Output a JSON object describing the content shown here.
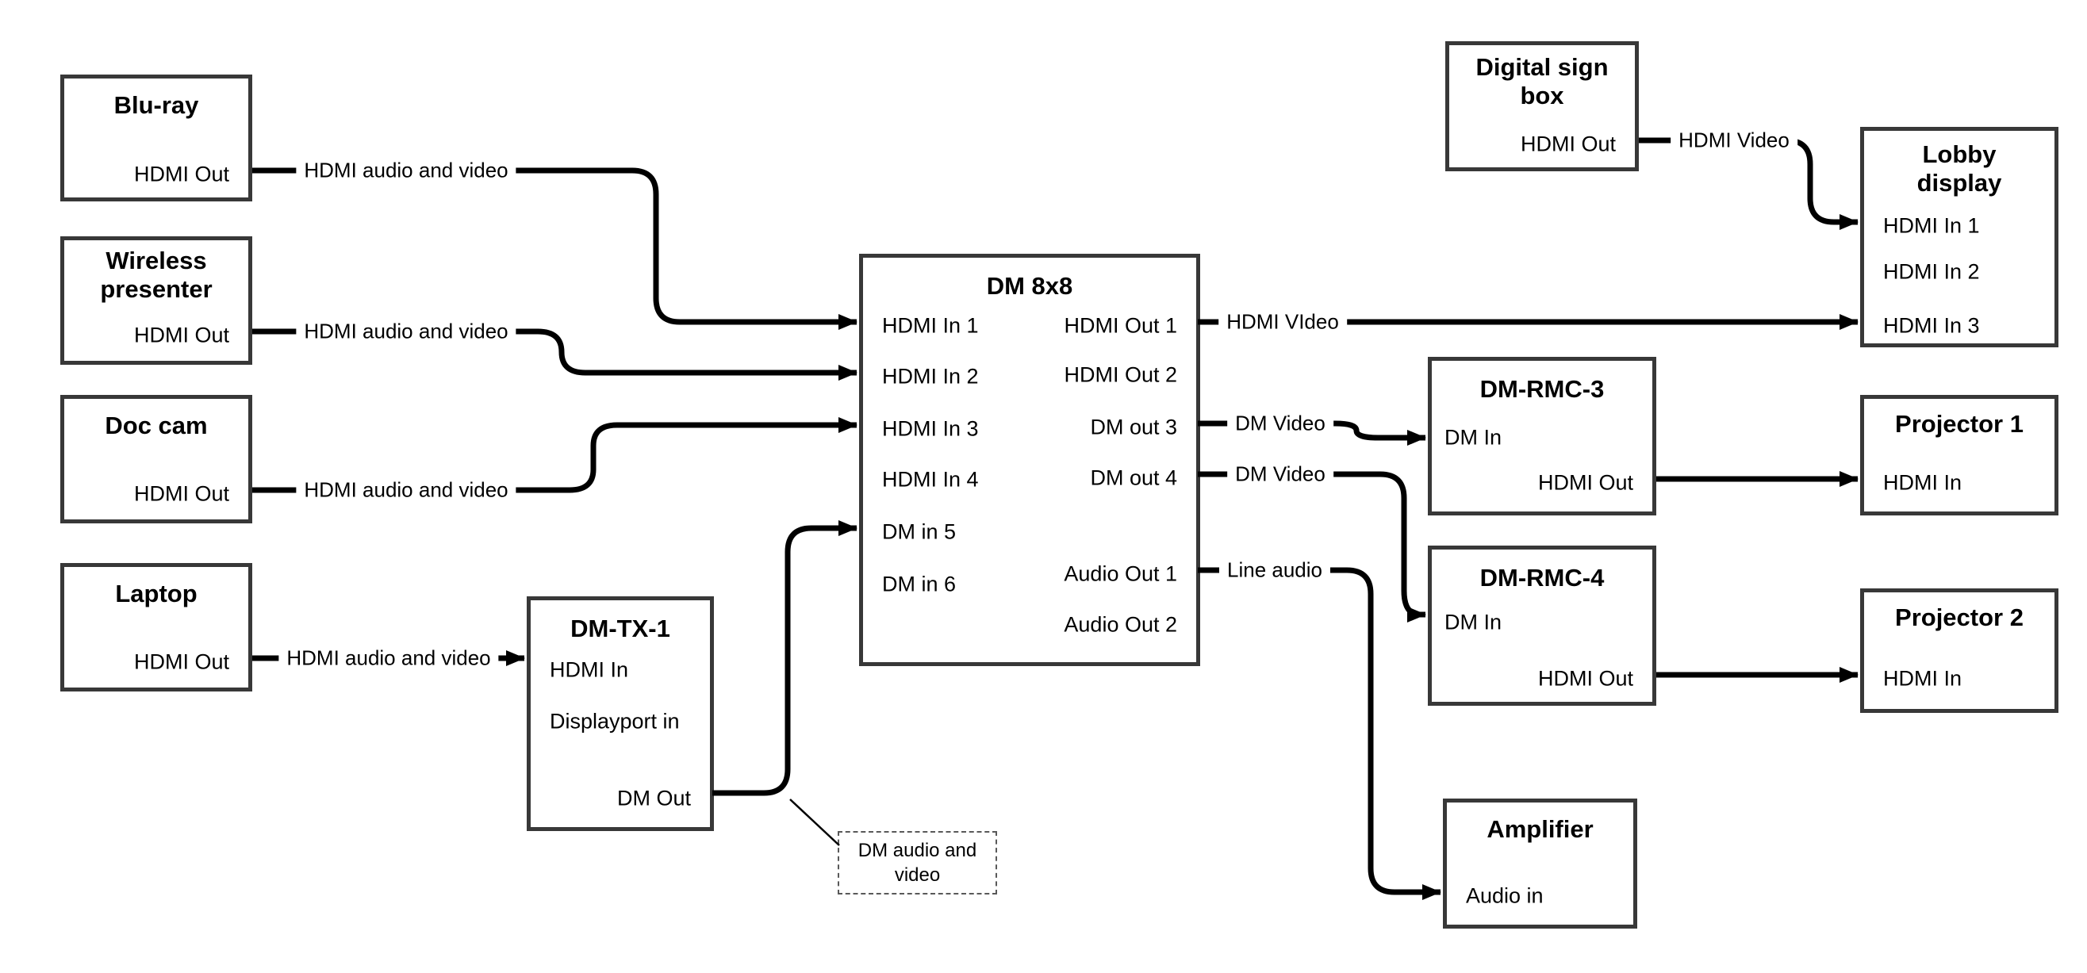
{
  "colors": {
    "background": "#ffffff",
    "box_border": "#383838",
    "wire": "#000000",
    "text": "#000000",
    "note_border": "#595959"
  },
  "nodes": {
    "bluray": {
      "title": "Blu-ray",
      "outputs": [
        "HDMI Out"
      ]
    },
    "wireless": {
      "title": "Wireless presenter",
      "outputs": [
        "HDMI Out"
      ]
    },
    "doccam": {
      "title": "Doc cam",
      "outputs": [
        "HDMI Out"
      ]
    },
    "laptop": {
      "title": "Laptop",
      "outputs": [
        "HDMI Out"
      ]
    },
    "dmtx1": {
      "title": "DM-TX-1",
      "inputs": [
        "HDMI In",
        "Displayport in"
      ],
      "outputs": [
        "DM Out"
      ]
    },
    "dm8x8": {
      "title": "DM 8x8",
      "inputs": [
        "HDMI In 1",
        "HDMI In 2",
        "HDMI In 3",
        "HDMI In 4",
        "DM in 5",
        "DM in 6"
      ],
      "outputs": [
        "HDMI Out 1",
        "HDMI Out 2",
        "DM out 3",
        "DM out 4",
        "Audio Out 1",
        "Audio Out 2"
      ]
    },
    "signbox": {
      "title": "Digital sign box",
      "outputs": [
        "HDMI Out"
      ]
    },
    "lobby": {
      "title": "Lobby display",
      "inputs": [
        "HDMI In 1",
        "HDMI In 2",
        "HDMI In 3"
      ]
    },
    "rmc3": {
      "title": "DM-RMC-3",
      "inputs": [
        "DM In"
      ],
      "outputs": [
        "HDMI Out"
      ]
    },
    "proj1": {
      "title": "Projector 1",
      "inputs": [
        "HDMI In"
      ]
    },
    "rmc4": {
      "title": "DM-RMC-4",
      "inputs": [
        "DM In"
      ],
      "outputs": [
        "HDMI Out"
      ]
    },
    "proj2": {
      "title": "Projector 2",
      "inputs": [
        "HDMI In"
      ]
    },
    "amp": {
      "title": "Amplifier",
      "inputs": [
        "Audio in"
      ]
    }
  },
  "edges": {
    "bluray_to_dm8x8": {
      "label": "HDMI audio and video"
    },
    "wireless_to_dm8x8": {
      "label": "HDMI audio and video"
    },
    "doccam_to_dm8x8": {
      "label": "HDMI audio and video"
    },
    "laptop_to_dmtx1": {
      "label": "HDMI audio and video"
    },
    "dm8x8_to_lobby": {
      "label": "HDMI VIdeo"
    },
    "dm8x8_to_rmc3": {
      "label": "DM Video"
    },
    "dm8x8_to_rmc4": {
      "label": "DM Video"
    },
    "dm8x8_to_amp": {
      "label": "Line audio"
    },
    "signbox_to_lobby": {
      "label": "HDMI Video"
    }
  },
  "note": {
    "label": "DM audio and video"
  }
}
